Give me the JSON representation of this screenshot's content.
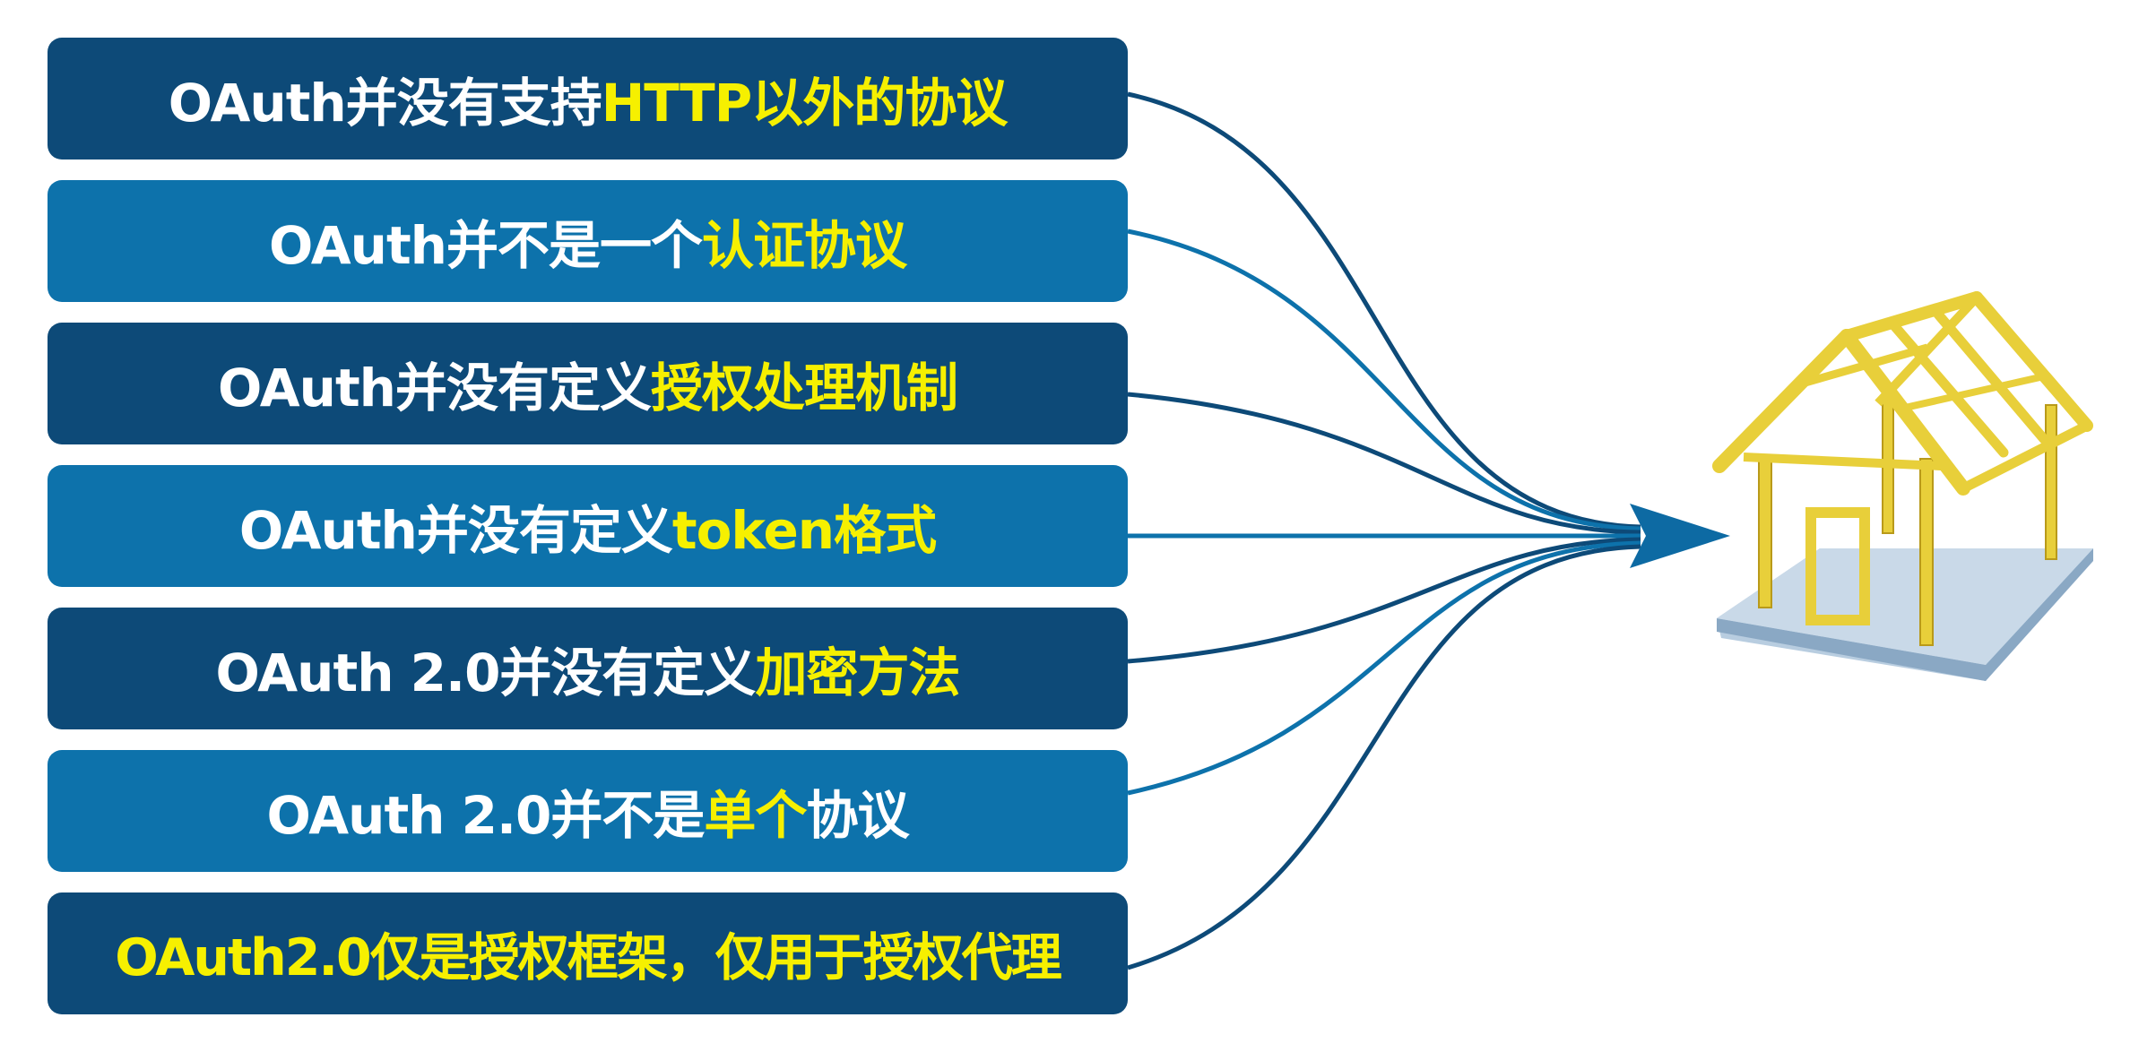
{
  "items": [
    {
      "segments": [
        {
          "text": "OAuth并没有支持",
          "highlight": false
        },
        {
          "text": "HTTP以外的协议",
          "highlight": true
        }
      ]
    },
    {
      "segments": [
        {
          "text": "OAuth并不是一个",
          "highlight": false
        },
        {
          "text": "认证协议",
          "highlight": true
        }
      ]
    },
    {
      "segments": [
        {
          "text": "OAuth并没有定义",
          "highlight": false
        },
        {
          "text": "授权处理机制",
          "highlight": true
        }
      ]
    },
    {
      "segments": [
        {
          "text": "OAuth并没有定义",
          "highlight": false
        },
        {
          "text": "token格式",
          "highlight": true
        }
      ]
    },
    {
      "segments": [
        {
          "text": "OAuth 2.0并没有定义",
          "highlight": false
        },
        {
          "text": "加密方法",
          "highlight": true
        }
      ]
    },
    {
      "segments": [
        {
          "text": "OAuth 2.0并不是",
          "highlight": false
        },
        {
          "text": "单个",
          "highlight": true
        },
        {
          "text": "协议",
          "highlight": false
        }
      ]
    },
    {
      "segments": [
        {
          "text": "OAuth2.0仅是授权框架，仅用于授权代理",
          "highlight": true
        }
      ]
    }
  ],
  "colors": {
    "bar_dark": "#0d4a78",
    "bar_light": "#0d72ab",
    "text_normal": "#ffffff",
    "text_highlight": "#f6f000",
    "house_frame": "#e8cf3a",
    "house_base": "#a9c3d8"
  },
  "icons": {
    "target": "house-frame-icon",
    "pointer": "arrow-head-icon"
  }
}
